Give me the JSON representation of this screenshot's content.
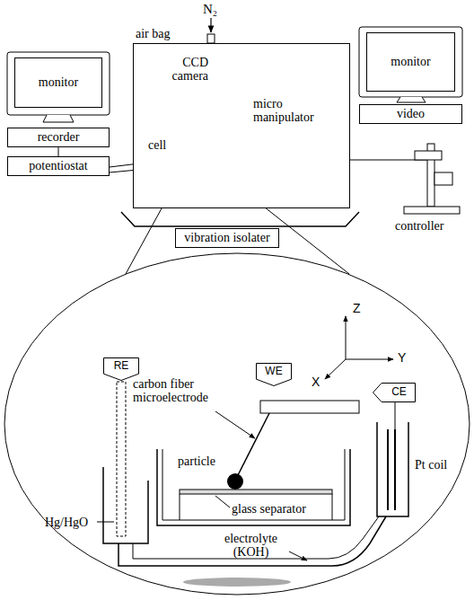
{
  "diagram": {
    "nodes": [
      {
        "text": [
          "air bag"
        ]
      },
      {
        "text": [
          "monitor"
        ]
      },
      {
        "text": [
          "recorder"
        ]
      },
      {
        "text": [
          "potentiostat"
        ]
      },
      {
        "text": [
          "monitor"
        ]
      },
      {
        "text": [
          "video"
        ]
      },
      {
        "text": [
          "vibration isolater"
        ]
      },
      {
        "text": [
          "WE"
        ]
      },
      {
        "text": [
          "RE"
        ]
      },
      {
        "text": [
          "CE"
        ]
      }
    ],
    "edges": [
      {
        "from": 2,
        "to": 3,
        "arrow": "none"
      }
    ],
    "labels": [
      "N₂",
      "CCD camera",
      "micro manipulator",
      "cell",
      "controller",
      "Z",
      "Y",
      "X",
      "carbon fiber microelectrode",
      "particle",
      "glass separator",
      "Hg/HgO",
      "Pt coil",
      "electrolyte (KOH)"
    ]
  }
}
